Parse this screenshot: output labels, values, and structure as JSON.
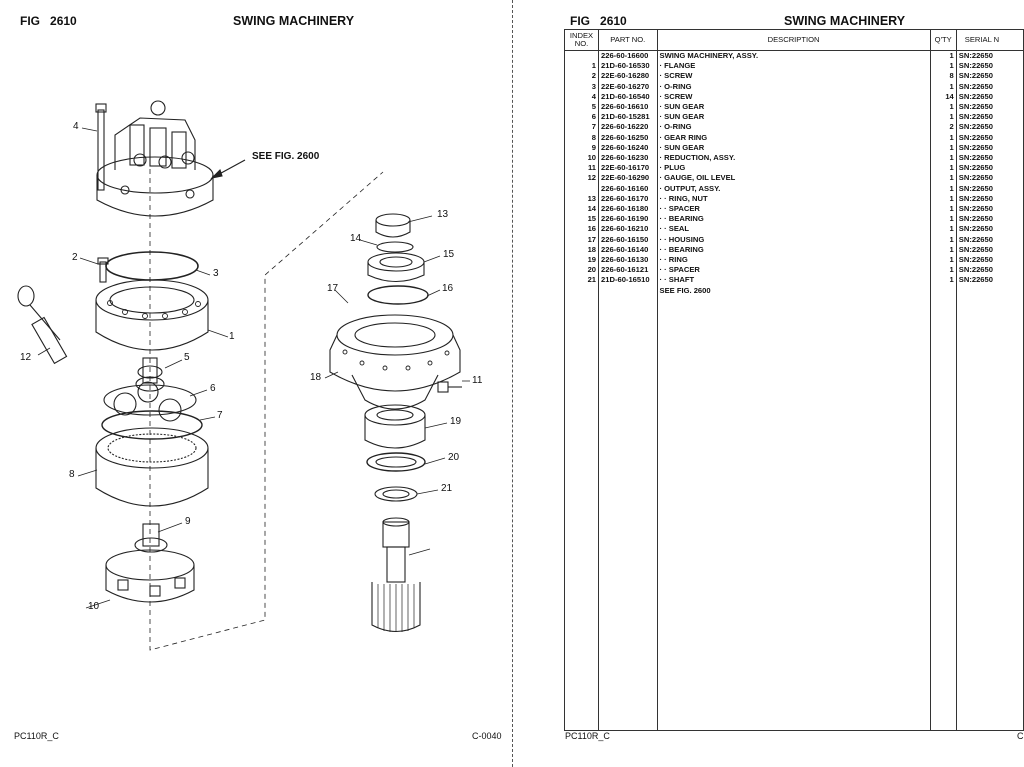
{
  "left": {
    "fig_label": "FIG",
    "fig_number": "2610",
    "title": "SWING MACHINERY",
    "see_fig": "SEE FIG. 2600",
    "callouts": [
      "1",
      "2",
      "3",
      "4",
      "5",
      "6",
      "7",
      "8",
      "9",
      "10",
      "11",
      "12",
      "13",
      "14",
      "15",
      "16",
      "17",
      "18",
      "19",
      "20",
      "21"
    ],
    "footer_left": "PC110R_C",
    "footer_right": "C-0040"
  },
  "right": {
    "fig_label": "FIG",
    "fig_number": "2610",
    "title": "SWING MACHINERY",
    "columns": {
      "index": "INDEX NO.",
      "part_no": "PART NO.",
      "description": "DESCRIPTION",
      "qty": "Q'TY",
      "serial": "SERIAL N"
    },
    "rows": [
      {
        "index": "",
        "part": "226-60-16600",
        "desc": "SWING MACHINERY, ASSY.",
        "qty": "1",
        "serial": "SN:22650"
      },
      {
        "index": "1",
        "part": "21D-60-16530",
        "desc": "· FLANGE",
        "qty": "1",
        "serial": "SN:22650"
      },
      {
        "index": "2",
        "part": "22E-60-16280",
        "desc": "· SCREW",
        "qty": "8",
        "serial": "SN:22650"
      },
      {
        "index": "3",
        "part": "22E-60-16270",
        "desc": "· O-RING",
        "qty": "1",
        "serial": "SN:22650"
      },
      {
        "index": "4",
        "part": "21D-60-16540",
        "desc": "· SCREW",
        "qty": "14",
        "serial": "SN:22650"
      },
      {
        "index": "5",
        "part": "226-60-16610",
        "desc": "· SUN GEAR",
        "qty": "1",
        "serial": "SN:22650"
      },
      {
        "index": "6",
        "part": "21D-60-15281",
        "desc": "· SUN GEAR",
        "qty": "1",
        "serial": "SN:22650"
      },
      {
        "index": "7",
        "part": "226-60-16220",
        "desc": "· O-RING",
        "qty": "2",
        "serial": "SN:22650"
      },
      {
        "index": "8",
        "part": "226-60-16250",
        "desc": "· GEAR RING",
        "qty": "1",
        "serial": "SN:22650"
      },
      {
        "index": "9",
        "part": "226-60-16240",
        "desc": "· SUN GEAR",
        "qty": "1",
        "serial": "SN:22650"
      },
      {
        "index": "10",
        "part": "226-60-16230",
        "desc": "· REDUCTION, ASSY.",
        "qty": "1",
        "serial": "SN:22650"
      },
      {
        "index": "11",
        "part": "22E-60-16170",
        "desc": "· PLUG",
        "qty": "1",
        "serial": "SN:22650"
      },
      {
        "index": "12",
        "part": "22E-60-16290",
        "desc": "· GAUGE, OIL LEVEL",
        "qty": "1",
        "serial": "SN:22650"
      },
      {
        "index": "",
        "part": "226-60-16160",
        "desc": "· OUTPUT, ASSY.",
        "qty": "1",
        "serial": "SN:22650"
      },
      {
        "index": "13",
        "part": "226-60-16170",
        "desc": "· · RING, NUT",
        "qty": "1",
        "serial": "SN:22650"
      },
      {
        "index": "14",
        "part": "226-60-16180",
        "desc": "· · SPACER",
        "qty": "1",
        "serial": "SN:22650"
      },
      {
        "index": "15",
        "part": "226-60-16190",
        "desc": "· · BEARING",
        "qty": "1",
        "serial": "SN:22650"
      },
      {
        "index": "16",
        "part": "226-60-16210",
        "desc": "· · SEAL",
        "qty": "1",
        "serial": "SN:22650"
      },
      {
        "index": "17",
        "part": "226-60-16150",
        "desc": "· · HOUSING",
        "qty": "1",
        "serial": "SN:22650"
      },
      {
        "index": "18",
        "part": "226-60-16140",
        "desc": "· · BEARING",
        "qty": "1",
        "serial": "SN:22650"
      },
      {
        "index": "19",
        "part": "226-60-16130",
        "desc": "· · RING",
        "qty": "1",
        "serial": "SN:22650"
      },
      {
        "index": "20",
        "part": "226-60-16121",
        "desc": "· · SPACER",
        "qty": "1",
        "serial": "SN:22650"
      },
      {
        "index": "21",
        "part": "21D-60-16510",
        "desc": "· · SHAFT",
        "qty": "1",
        "serial": "SN:22650"
      },
      {
        "index": "",
        "part": "",
        "desc": "SEE FIG. 2600",
        "qty": "",
        "serial": ""
      }
    ],
    "footer_left": "PC110R_C",
    "footer_right": "C"
  }
}
